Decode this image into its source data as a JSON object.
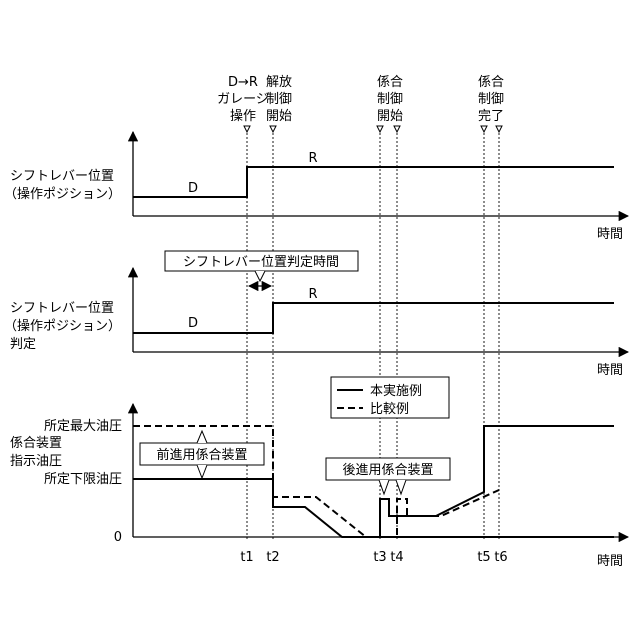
{
  "events": {
    "dr_garage_l1": "D→R",
    "dr_garage_l2": "ガレージ",
    "dr_garage_l3": "操作",
    "release_l1": "解放",
    "release_l2": "制御",
    "release_l3": "開始",
    "engage_start_l1": "係合",
    "engage_start_l2": "制御",
    "engage_start_l3": "開始",
    "engage_end_l1": "係合",
    "engage_end_l2": "制御",
    "engage_end_l3": "完了"
  },
  "times": {
    "t1": "t1",
    "t2": "t2",
    "t3": "t3",
    "t4": "t4",
    "t5": "t5",
    "t6": "t6"
  },
  "panel1": {
    "ylabel_l1": "シフトレバー位置",
    "ylabel_l2": "（操作ポジション）",
    "level_low": "D",
    "level_high": "R",
    "xlabel": "時間"
  },
  "panel2": {
    "ylabel_l1": "シフトレバー位置",
    "ylabel_l2": "（操作ポジション）",
    "ylabel_l3": "判定",
    "level_low": "D",
    "level_high": "R",
    "judgment_time": "シフトレバー位置判定時間",
    "xlabel": "時間"
  },
  "panel3": {
    "ylabel_l1": "係合装置",
    "ylabel_l2": "指示油圧",
    "tick_max": "所定最大油圧",
    "tick_min": "所定下限油圧",
    "tick_zero": "0",
    "legend_solid": "本実施例",
    "legend_dashed": "比較例",
    "forward_device": "前進用係合装置",
    "reverse_device": "後進用係合装置",
    "xlabel": "時間"
  }
}
